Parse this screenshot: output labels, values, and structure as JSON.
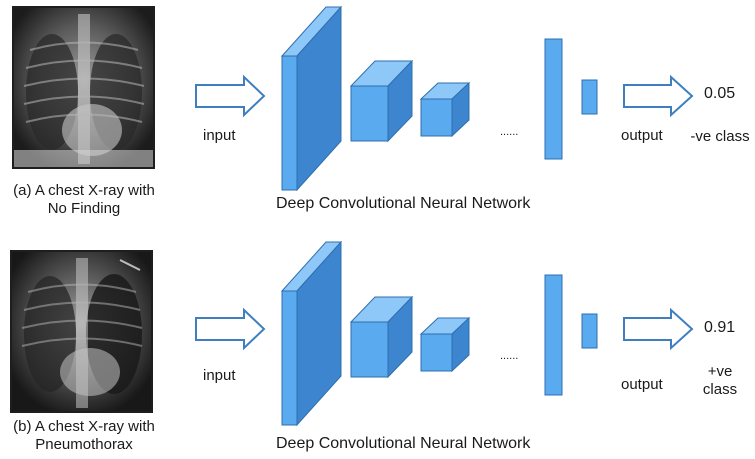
{
  "colors": {
    "cube_front": "#5aaaf0",
    "cube_top": "#8ec8f8",
    "cube_side": "#3d86cf",
    "edge": "#2f6fae",
    "arrow_stroke": "#3f7fc0"
  },
  "panels": [
    {
      "caption_line1": "(a) A chest X-ray with",
      "caption_line2": "No Finding",
      "input_label": "input",
      "network_label": "Deep Convolutional Neural Network",
      "ellipsis": "......",
      "output_label": "output",
      "value": "0.05",
      "class_label": "-ve class"
    },
    {
      "caption_line1": "(b) A chest X-ray with",
      "caption_line2": "Pneumothorax",
      "input_label": "input",
      "network_label": "Deep Convolutional Neural Network",
      "ellipsis": "......",
      "output_label": "output",
      "value": "0.91",
      "class_label": "+ve class"
    }
  ]
}
